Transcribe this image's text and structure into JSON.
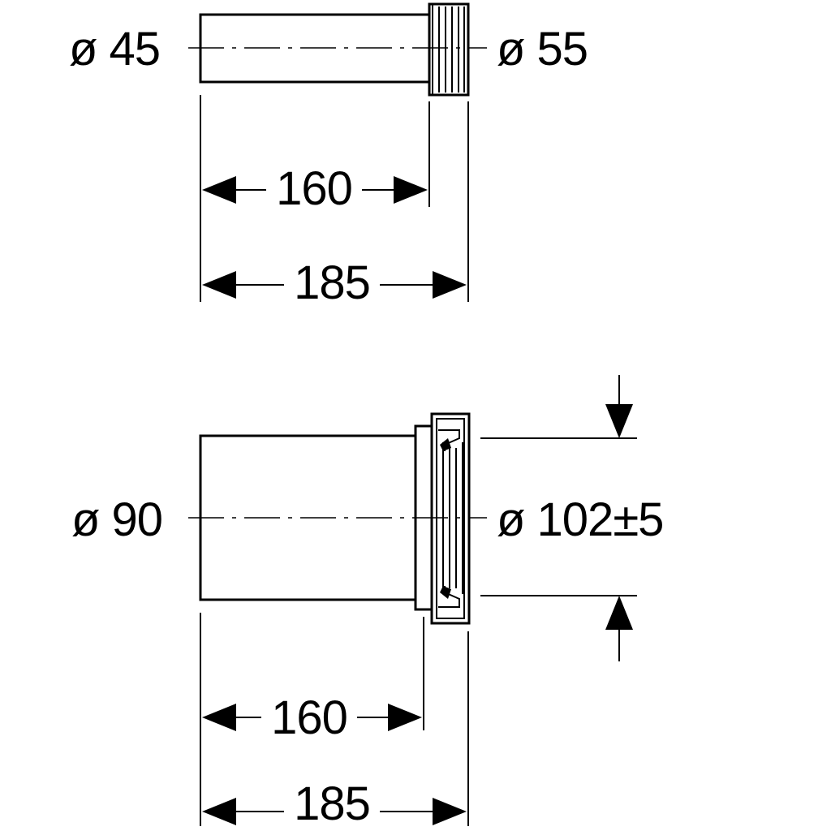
{
  "top_pipe": {
    "diameter_left": "ø 45",
    "diameter_right": "ø 55",
    "length_inner": "160",
    "length_overall": "185"
  },
  "bottom_pipe": {
    "diameter_left": "ø 90",
    "diameter_right": "ø 102±5",
    "length_inner": "160",
    "length_overall": "185"
  }
}
